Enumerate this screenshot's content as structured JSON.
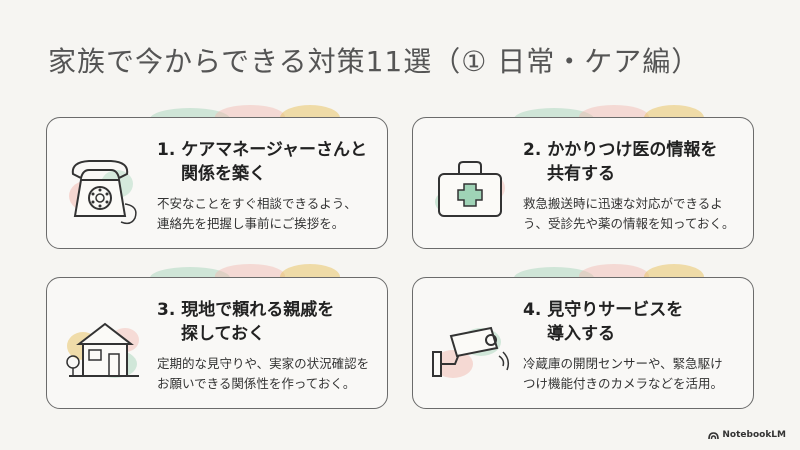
{
  "title": "家族で今からできる対策11選（① 日常・ケア編）",
  "cards": [
    {
      "title_line1": "1. ケアマネージャーさんと",
      "title_line2": "関係を築く",
      "desc_line1": "不安なことをすぐ相談できるよう、",
      "desc_line2": "連絡先を把握し事前にご挨拶を。",
      "icon": "telephone-icon"
    },
    {
      "title_line1": "2. かかりつけ医の情報を",
      "title_line2": "共有する",
      "desc_line1": "救急搬送時に迅速な対応ができるよ",
      "desc_line2": "う、受診先や薬の情報を知っておく。",
      "icon": "first-aid-kit-icon"
    },
    {
      "title_line1": "3. 現地で頼れる親戚を",
      "title_line2": "探しておく",
      "desc_line1": "定期的な見守りや、実家の状況確認を",
      "desc_line2": "お願いできる関係性を作っておく。",
      "icon": "house-icon"
    },
    {
      "title_line1": "4. 見守りサービスを",
      "title_line2": "導入する",
      "desc_line1": "冷蔵庫の開閉センサーや、緊急駆け",
      "desc_line2": "つけ機能付きのカメラなどを活用。",
      "icon": "security-camera-icon"
    }
  ],
  "brand": "NotebookLM",
  "colors": {
    "accent_green": "#9fd3b6",
    "accent_pink": "#f2b9b0",
    "accent_yellow": "#e9c46a",
    "border": "#6b6b6b"
  }
}
